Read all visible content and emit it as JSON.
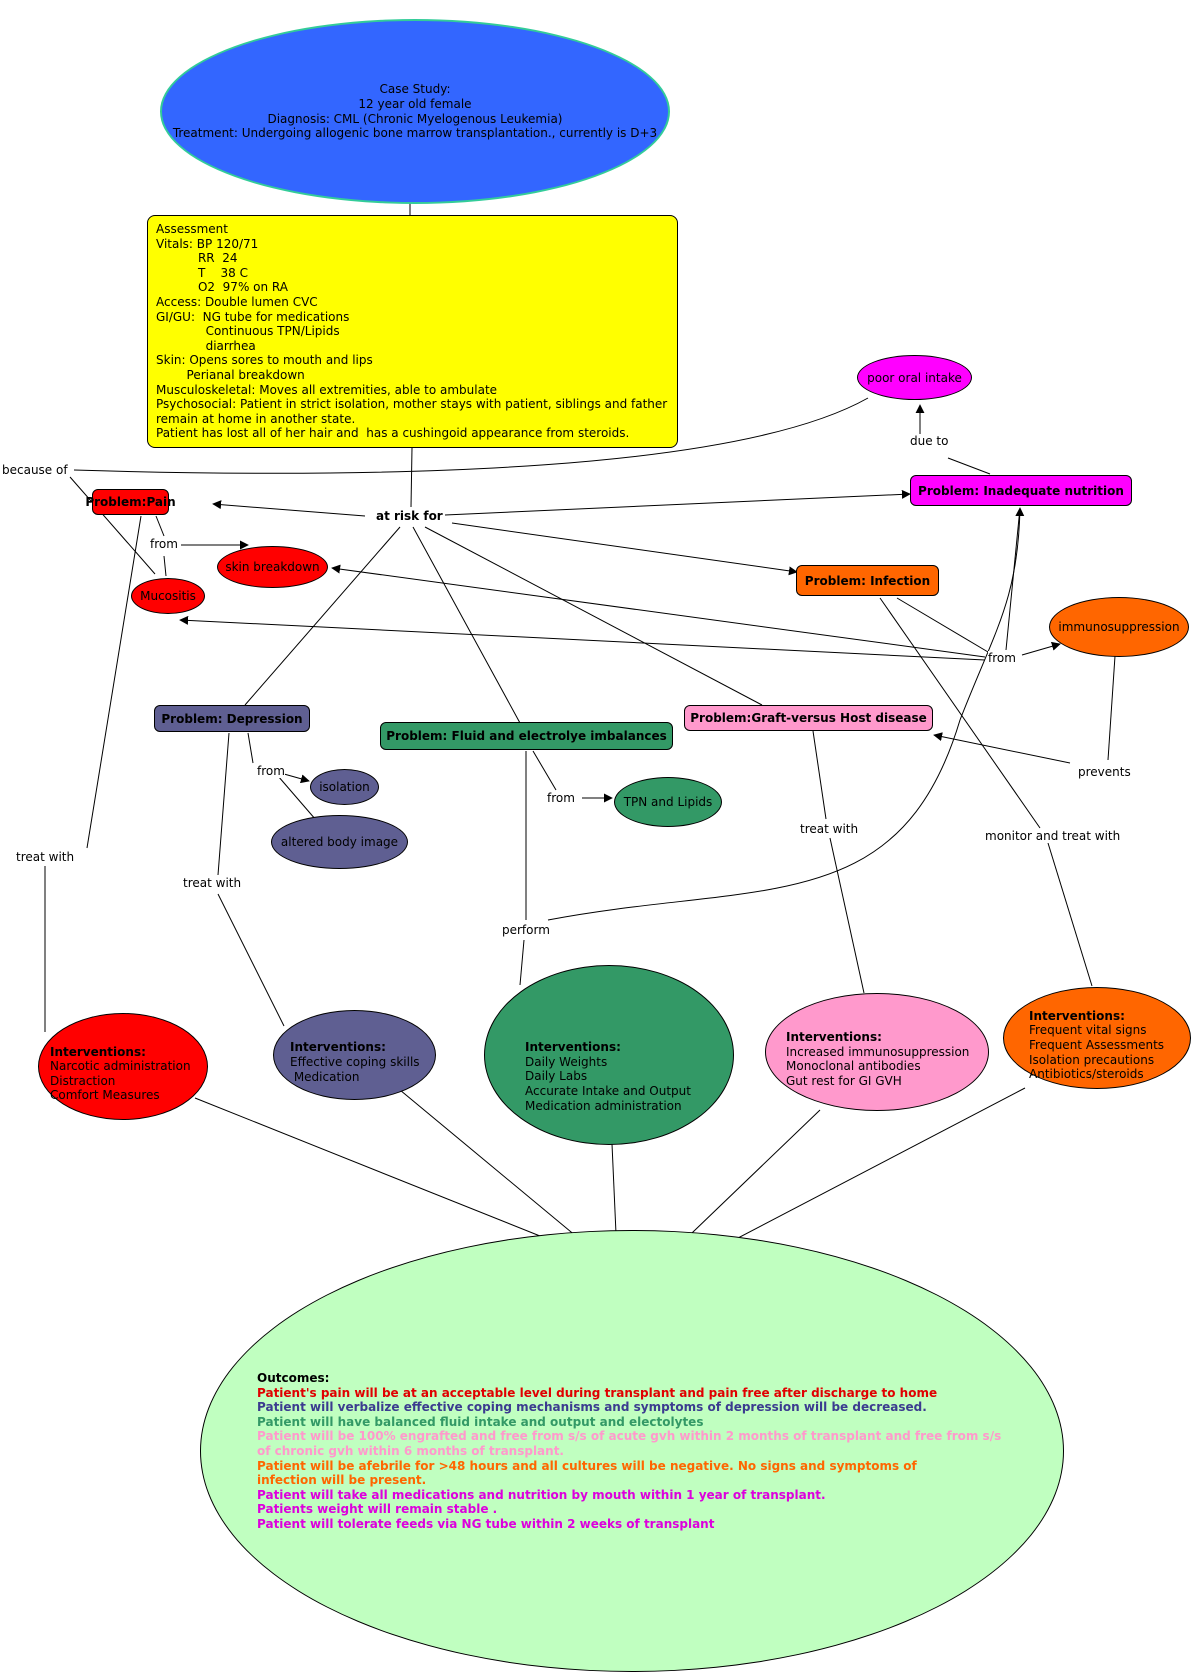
{
  "case_study": {
    "title": "Case Study:",
    "patient": "12 year old female",
    "diagnosis": "Diagnosis: CML (Chronic Myelogenous Leukemia)",
    "treatment": "Treatment: Undergoing allogenic bone marrow transplantation., currently is D+3"
  },
  "assessment": {
    "text": "Assessment\nVitals: BP 120/71\n           RR  24\n           T    38 C\n           O2  97% on RA\nAccess: Double lumen CVC\nGI/GU:  NG tube for medications\n             Continuous TPN/Lipids\n             diarrhea\nSkin: Opens sores to mouth and lips\n        Perianal breakdown\nMusculoskeletal: Moves all extremities, able to ambulate\nPsychosocial: Patient in strict isolation, mother stays with patient, siblings and father\nremain at home in another state.\nPatient has lost all of her hair and  has a cushingoid appearance from steroids."
  },
  "labels": {
    "because_of": "because of",
    "at_risk_for": "at risk for",
    "due_to": "due to",
    "from_pain": "from",
    "from_depression": "from",
    "from_fluid": "from",
    "from_immuno": "from",
    "treat_with_pain": "treat with",
    "treat_with_depression": "treat with",
    "treat_with_gvhd": "treat with",
    "perform": "perform",
    "prevents": "prevents",
    "monitor_and_treat_with": "monitor and treat with"
  },
  "problems": {
    "pain": "Problem:Pain",
    "nutrition": "Problem: Inadequate nutrition",
    "infection": "Problem: Infection",
    "depression": "Problem: Depression",
    "fluid": "Problem: Fluid and electrolye imbalances",
    "gvhd": "Problem:Graft-versus Host disease"
  },
  "concepts": {
    "poor_oral_intake": "poor oral intake",
    "skin_breakdown": "skin breakdown",
    "mucositis": "Mucositis",
    "immunosuppression": "immunosuppression",
    "isolation": "isolation",
    "altered_body_image": "altered body image",
    "tpn_lipids": "TPN and Lipids"
  },
  "interventions": {
    "pain": {
      "title": "Interventions:",
      "items": "Narcotic administration\nDistraction\nComfort Measures"
    },
    "depression": {
      "title": "Interventions:",
      "items": "Effective coping skills\n Medication"
    },
    "fluid": {
      "title": "Interventions:",
      "items": "Daily Weights\nDaily Labs\nAccurate Intake and Output\nMedication administration"
    },
    "gvhd": {
      "title": "Interventions:",
      "items": "Increased immunosuppression\nMonoclonal antibodies\nGut rest for GI GVH"
    },
    "infection": {
      "title": "Interventions:",
      "items": "Frequent vital signs\nFrequent Assessments\nIsolation precautions\nAntibiotics/steroids"
    }
  },
  "outcomes": {
    "title": "Outcomes:",
    "pain": "Patient's pain will be at an acceptable level during transplant and pain free after discharge to home",
    "depression": "Patient will verbalize effective coping mechanisms and symptoms of depression will be decreased.",
    "fluid": "Patient will have balanced fluid intake and output and electolytes",
    "gvhd_1": "Patient will be 100% engrafted and free from s/s of acute gvh within 2 months of transplant and free from s/s",
    "gvhd_2": "of chronic gvh within 6 months of transplant.",
    "infection_1": "Patient will be afebrile for >48 hours and all cultures will be negative. No signs and symptoms of",
    "infection_2": "infection will be present.",
    "nutrition_1": "Patient will take all medications and nutrition by mouth within 1 year of transplant.",
    "nutrition_2": "Patients weight will remain stable .",
    "nutrition_3": "Patient will tolerate feeds via NG tube within 2 weeks of transplant"
  },
  "colors": {
    "case_study": "#3366ff",
    "assessment": "#ffff00",
    "pain": "#ff0000",
    "nutrition": "#ff00ff",
    "infection": "#ff6600",
    "depression": "#5f5f92",
    "fluid": "#339966",
    "gvhd": "#ff99cc",
    "outcomes": "#c0ffc0"
  }
}
